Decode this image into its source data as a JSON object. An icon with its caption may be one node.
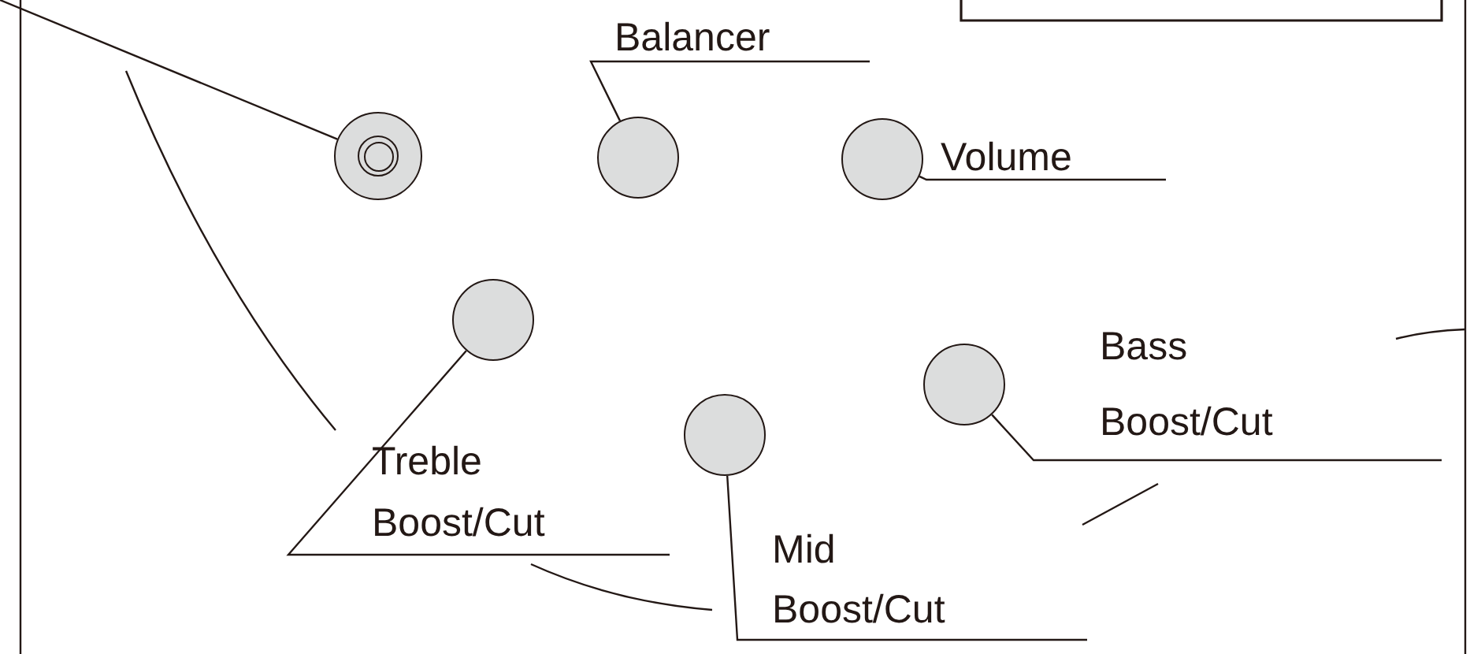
{
  "diagram": {
    "nodes": [
      {
        "text": [],
        "shape": "circle"
      },
      {
        "text": [
          "Balancer"
        ]
      },
      {
        "text": [],
        "shape": "circle"
      },
      {
        "text": [],
        "shape": "circle"
      },
      {
        "text": [
          "Volume"
        ]
      },
      {
        "text": [],
        "shape": "circle"
      },
      {
        "text": [
          "Treble Boost/Cut"
        ]
      },
      {
        "text": [],
        "shape": "circle"
      },
      {
        "text": [
          "Mid Boost/Cut"
        ]
      },
      {
        "text": [],
        "shape": "circle"
      },
      {
        "text": [
          "Bass Boost/Cut"
        ]
      }
    ],
    "edges": [
      {
        "from": null,
        "to": 0,
        "arrow": "none"
      },
      {
        "from": 1,
        "to": 2,
        "arrow": "none"
      },
      {
        "from": 4,
        "to": 3,
        "arrow": "none"
      },
      {
        "from": 6,
        "to": 5,
        "arrow": "none"
      },
      {
        "from": 8,
        "to": 7,
        "arrow": "none"
      },
      {
        "from": 10,
        "to": 9,
        "arrow": "none"
      }
    ]
  }
}
